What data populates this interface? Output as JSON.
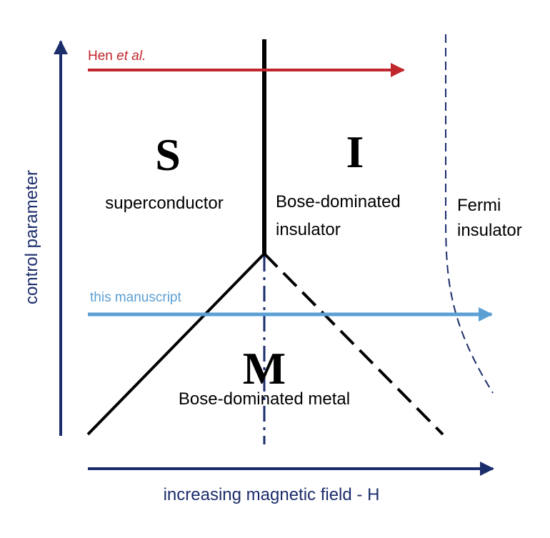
{
  "colors": {
    "navy": "#1c2d6b",
    "red": "#c0272d",
    "light_blue": "#5b9fd4",
    "black": "#000000"
  },
  "labels": {
    "y_axis": "control parameter",
    "x_axis": "increasing magnetic field - H",
    "hen_name": "Hen ",
    "hen_etal": "et al.",
    "this_manuscript": "this manuscript"
  },
  "phases": {
    "s": {
      "symbol": "S",
      "name": "superconductor"
    },
    "i": {
      "symbol": "I",
      "name_line1": "Bose-dominated",
      "name_line2": "insulator"
    },
    "m": {
      "symbol": "M",
      "name": "Bose-dominated metal"
    },
    "fermi": {
      "line1": "Fermi",
      "line2": "insulator"
    }
  }
}
